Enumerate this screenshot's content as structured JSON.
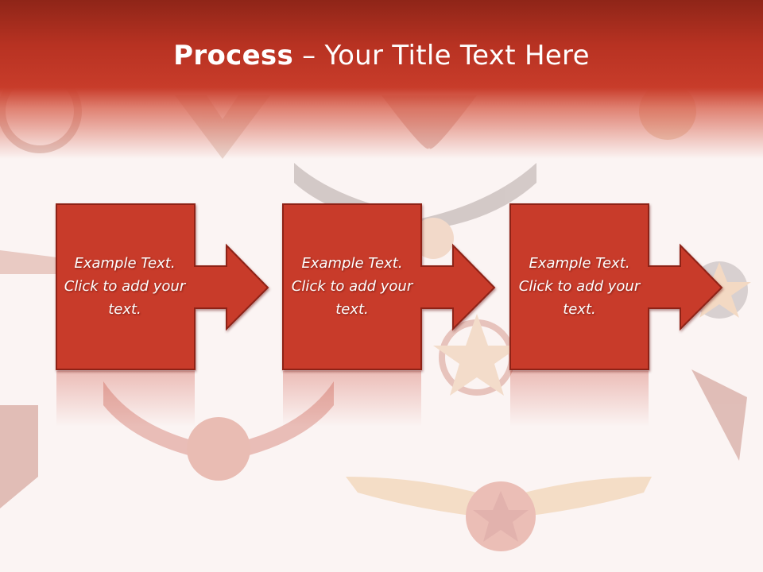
{
  "slide": {
    "title_bold": "Process",
    "title_rest": " – Your Title Text Here"
  },
  "steps": [
    {
      "text": "Example Text. Click  to add your text."
    },
    {
      "text": "Example Text. Click  to add your text."
    },
    {
      "text": "Example Text. Click  to add your text."
    }
  ],
  "colors": {
    "header_dark": "#8f2518",
    "header_mid": "#c83c2a",
    "box_fill": "#c83a2a",
    "box_border": "#8e2116",
    "background": "#fbf4f3"
  }
}
